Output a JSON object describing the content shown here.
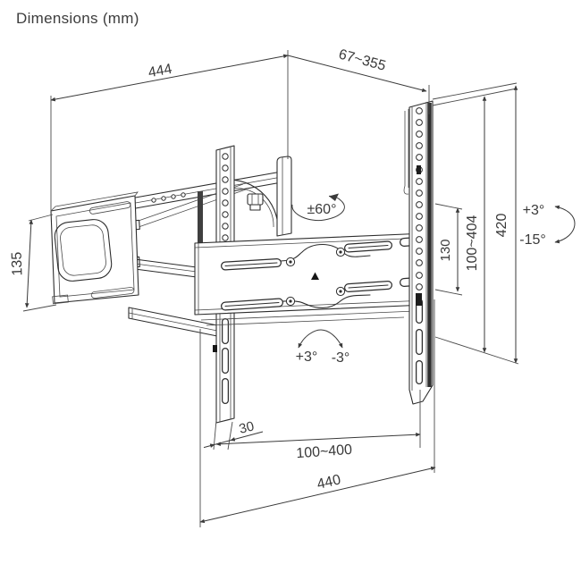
{
  "title": "Dimensions (mm)",
  "labels": {
    "wall_plate_width": "444",
    "extension_range": "67~355",
    "wall_plate_height": "135",
    "swivel_range": "±60°",
    "vesa_hole_height": "130",
    "vesa_height_range": "100~404",
    "rail_height": "420",
    "tilt_up": "+3°",
    "tilt_down": "-15°",
    "level_plus": "+3°",
    "level_minus": "-3°",
    "rail_width": "30",
    "vesa_width_range": "100~400",
    "crossbar_width": "440"
  },
  "icons": {
    "swivel_arrow": "elliptical rotation arrow",
    "tilt_arrow": "vertical tilt arrow",
    "level_arrow": "level adjust arrow"
  },
  "colors": {
    "background": "#ffffff",
    "line": "#2d2d2d",
    "dimension_line": "#3a3a3a",
    "text": "#3a3a3a"
  }
}
